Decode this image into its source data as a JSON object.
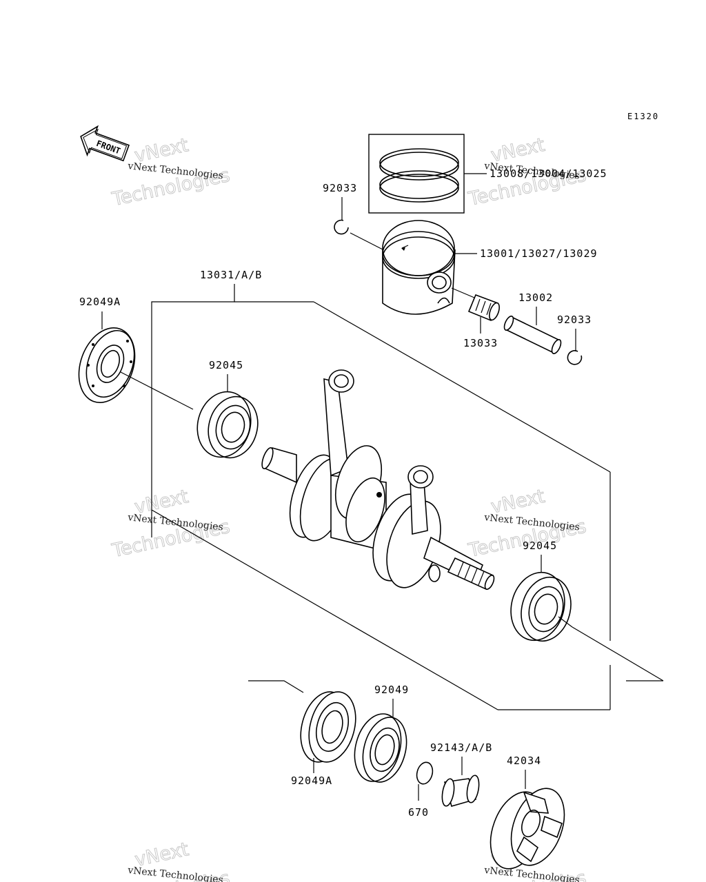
{
  "diagram_code": "E1320",
  "front_label": "FRONT",
  "watermark": {
    "line1": "vNext Technologies",
    "line2a": "vNext",
    "line2b": "Technologies"
  },
  "labels": {
    "rings": "13008/13004/13025",
    "clip_top": "92033",
    "piston": "13001/13027/13029",
    "crank_assy": "13031/A/B",
    "oil_seal_top": "92049A",
    "pin": "13002",
    "clip_right": "92033",
    "needle_bearing": "13033",
    "bearing_top": "92045",
    "bearing_right": "92045",
    "bearing_bottom": "92049",
    "sleeve": "92143/A/B",
    "coupling": "42034",
    "oil_seal_bottom": "92049A",
    "oring": "670"
  }
}
